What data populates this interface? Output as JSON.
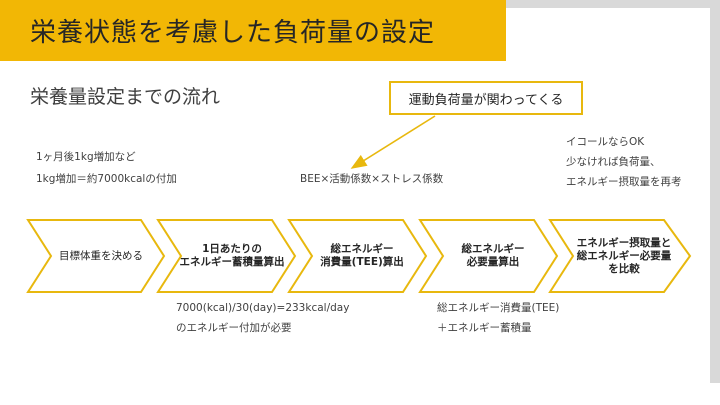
{
  "title": "栄養状態を考慮した負荷量の設定",
  "subtitle": "栄養量設定までの流れ",
  "callout": "運動負荷量が関わってくる",
  "notes": {
    "weight_gain_1": "1ヶ月後1kg増加など",
    "weight_gain_2": "1kg増加＝約7000kcalの付加",
    "bee_formula": "BEE×活動係数×ストレス係数",
    "ok_note_1": "イコールならOK",
    "ok_note_2": "少なければ負荷量、",
    "ok_note_3": "エネルギー摂取量を再考",
    "daily_calc_1": "7000(kcal)/30(day)=233kcal/day",
    "daily_calc_2": "のエネルギー付加が必要",
    "required_calc_1": "総エネルギー消費量(TEE)",
    "required_calc_2": "＋エネルギー蓄積量"
  },
  "steps": [
    {
      "label": "目標体重を決める"
    },
    {
      "label": "1日あたりの\nエネルギー蓄積量算出"
    },
    {
      "label": "総エネルギー\n消費量(TEE)算出"
    },
    {
      "label": "総エネルギー\n必要量算出"
    },
    {
      "label": "エネルギー摂取量と\n総エネルギー必要量\nを比較"
    }
  ],
  "colors": {
    "accent": "#f2b705",
    "outline": "#e8b80e",
    "text": "#404040"
  }
}
